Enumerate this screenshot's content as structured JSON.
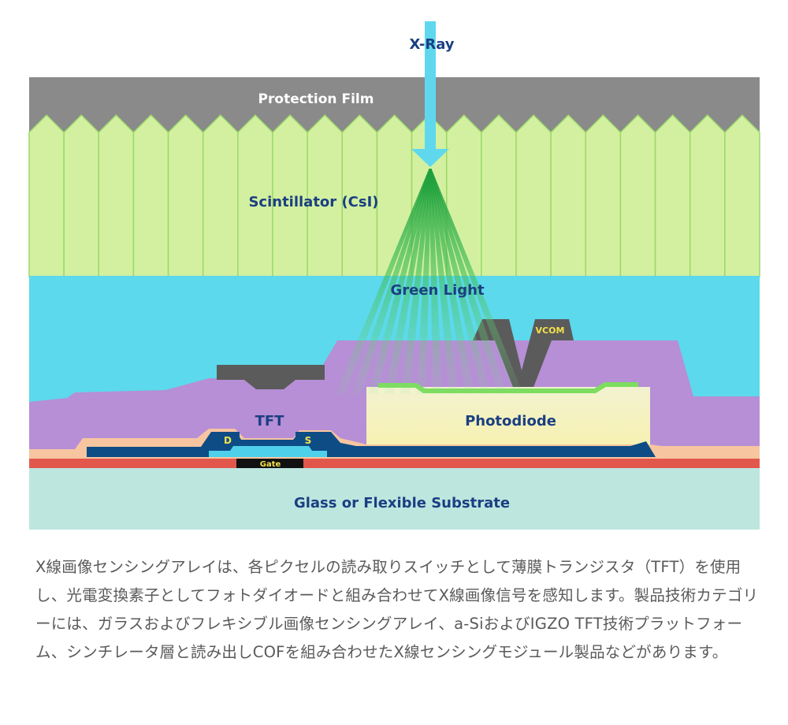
{
  "diagram": {
    "labels": {
      "xray": "X-Ray",
      "protection_film": "Protection Film",
      "scintillator": "Scintillator (CsI)",
      "green_light": "Green Light",
      "vcom": "VCOM",
      "tft": "TFT",
      "drain": "D",
      "source": "S",
      "gate": "Gate",
      "photodiode": "Photodiode",
      "substrate": "Glass or Flexible Substrate"
    },
    "colors": {
      "protection_film": "#8a8a8a",
      "scintillator": "#d3f0a0",
      "scintillator_edge": "#9bd96a",
      "green_light_layer": "#5cd9ec",
      "passivation": "#b68fd6",
      "electrode": "#5b5b5b",
      "photodiode": "#f5f3c5",
      "photodiode_top": "#7ddd5e",
      "dark_blue": "#0e4c86",
      "light_blue": "#4fd0ea",
      "peach": "#f7c5a0",
      "red": "#e2574c",
      "substrate": "#bde6df",
      "xray_arrow": "#5fd8ee",
      "label_text": "#1b3f82"
    }
  },
  "caption": "X線画像センシングアレイは、各ピクセルの読み取りスイッチとして薄膜トランジスタ（TFT）を使用し、光電変換素子としてフォトダイオードと組み合わせてX線画像信号を感知します。製品技術カテゴリーには、ガラスおよびフレキシブル画像センシングアレイ、a-SiおよびIGZO TFT技術プラットフォーム、シンチレータ層と読み出しCOFを組み合わせたX線センシングモジュール製品などがあります。"
}
